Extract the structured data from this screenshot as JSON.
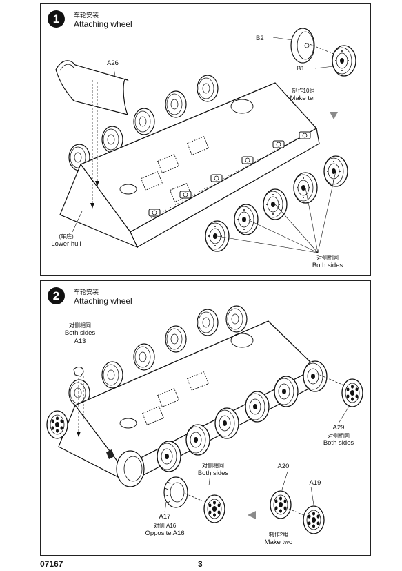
{
  "steps": [
    {
      "number": "1",
      "title_zh": "车轮安装",
      "title_en": "Attaching wheel",
      "labels": {
        "a26": "A26",
        "b2": "B2",
        "b1": "B1",
        "make_ten_zh": "制作10组",
        "make_ten_en": "Make ten",
        "lower_hull_zh": "(车底)",
        "lower_hull_en": "Lower hull",
        "both_sides_zh": "对侧相同",
        "both_sides_en": "Both sides"
      }
    },
    {
      "number": "2",
      "title_zh": "车轮安装",
      "title_en": "Attaching wheel",
      "labels": {
        "both_sides_a_zh": "对侧相同",
        "both_sides_a_en": "Both sides",
        "a13": "A13",
        "a29": "A29",
        "both_sides_b_zh": "对侧相同",
        "both_sides_b_en": "Both sides",
        "both_sides_c_zh": "对侧相同",
        "both_sides_c_en": "Both sides",
        "a20": "A20",
        "a19": "A19",
        "a17": "A17",
        "opposite_zh": "对侧 A16",
        "opposite_en": "Opposite A16",
        "make_two_zh": "制作2组",
        "make_two_en": "Make two"
      }
    }
  ],
  "footer": {
    "product_code": "07167",
    "page_number": "3"
  }
}
